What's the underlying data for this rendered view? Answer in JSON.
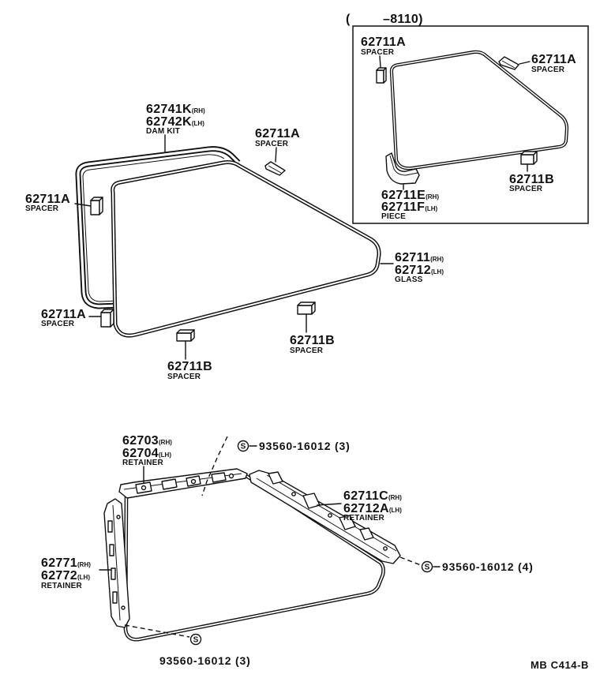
{
  "inset": {
    "range_open": "(",
    "range_end": "–8110)",
    "spacer_top_left": {
      "part": "62711A",
      "name": "SPACER"
    },
    "spacer_top_right": {
      "part": "62711A",
      "name": "SPACER"
    },
    "piece": {
      "part_rh": "62711E",
      "rh": "(RH)",
      "part_lh": "62711F",
      "lh": "(LH)",
      "name": "PIECE"
    },
    "spacer_bottom": {
      "part": "62711B",
      "name": "SPACER"
    }
  },
  "quarter_glass": {
    "dam_kit": {
      "part_rh": "62741K",
      "rh": "(RH)",
      "part_lh": "62742K",
      "lh": "(LH)",
      "name": "DAM KIT"
    },
    "spacer_top": {
      "part": "62711A",
      "name": "SPACER"
    },
    "spacer_left_upper": {
      "part": "62711A",
      "name": "SPACER"
    },
    "spacer_left_lower": {
      "part": "62711A",
      "name": "SPACER"
    },
    "glass": {
      "part_rh": "62711",
      "rh": "(RH)",
      "part_lh": "62712",
      "lh": "(LH)",
      "name": "GLASS"
    },
    "spacer_bottom": {
      "part": "62711B",
      "name": "SPACER"
    },
    "spacer_right": {
      "part": "62711B",
      "name": "SPACER"
    }
  },
  "retainers": {
    "upper": {
      "part_rh": "62703",
      "rh": "(RH)",
      "part_lh": "62704",
      "lh": "(LH)",
      "name": "RETAINER"
    },
    "rear": {
      "part_rh": "62711C",
      "rh": "(RH)",
      "part_lh": "62712A",
      "lh": "(LH)",
      "name": "RETAINER"
    },
    "front": {
      "part_rh": "62771",
      "rh": "(RH)",
      "part_lh": "62772",
      "lh": "(LH)",
      "name": "RETAINER"
    },
    "screw_upper": {
      "symbol": "S",
      "part": "93560-16012",
      "qty": "(3)"
    },
    "screw_rear": {
      "symbol": "S",
      "part": "93560-16012",
      "qty": "(4)"
    },
    "screw_lower": {
      "symbol": "S",
      "part": "93560-16012",
      "qty": "(3)"
    }
  },
  "diagram_code": "MB C414-B"
}
